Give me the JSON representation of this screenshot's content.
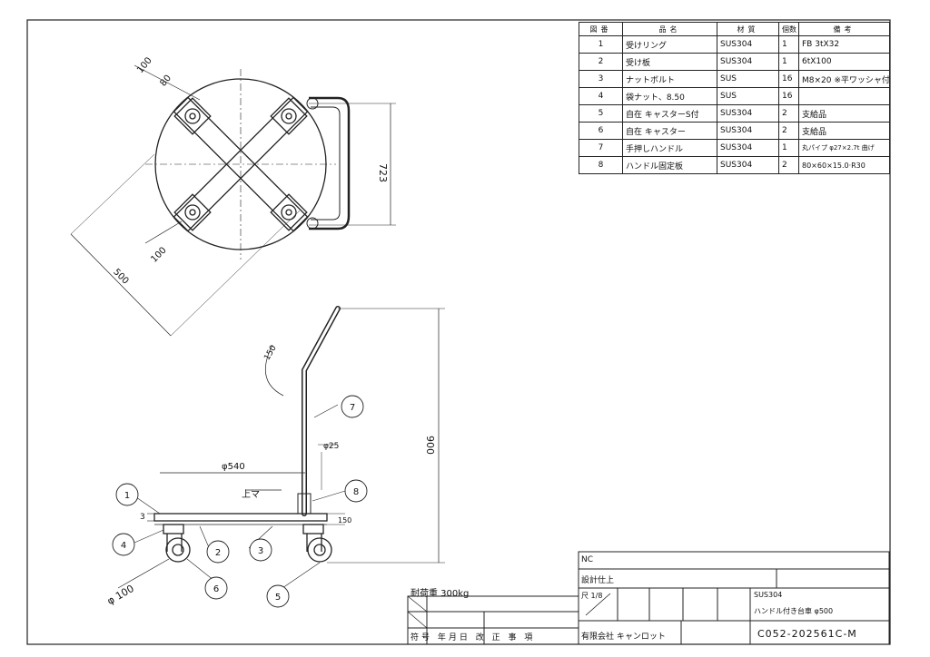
{
  "parts_table": {
    "headers": [
      "図番",
      "品名",
      "材質",
      "個数",
      "備考"
    ],
    "rows": [
      {
        "no": "1",
        "name": "受けリング",
        "material": "SUS304",
        "qty": "1",
        "note": "FB 3tX32"
      },
      {
        "no": "2",
        "name": "受け板",
        "material": "SUS304",
        "qty": "1",
        "note": "6tX100"
      },
      {
        "no": "3",
        "name": "ナットボルト",
        "material": "SUS",
        "qty": "16",
        "note": "M8×20 ※平ワッシャ付"
      },
      {
        "no": "4",
        "name": "袋ナット、8.50",
        "material": "SUS",
        "qty": "16",
        "note": ""
      },
      {
        "no": "5",
        "name": "自在 キャスターS付",
        "material": "SUS304",
        "qty": "2",
        "note": "支給品"
      },
      {
        "no": "6",
        "name": "自在 キャスター",
        "material": "SUS304",
        "qty": "2",
        "note": "支給品"
      },
      {
        "no": "7",
        "name": "手押しハンドル",
        "material": "SUS304",
        "qty": "1",
        "note": "丸パイプ φ27×2.7t 曲げ"
      },
      {
        "no": "8",
        "name": "ハンドル固定板",
        "material": "SUS304",
        "qty": "2",
        "note": "80×60×15.0·R30"
      }
    ]
  },
  "dimensions": {
    "top_view": {
      "d100": "100",
      "d80": "80",
      "d723": "723",
      "d500": "500",
      "d100b": "100"
    },
    "side_view": {
      "dia_plate": "φ540",
      "height": "900",
      "angle": "150",
      "pipe": "φ25",
      "offset": "3",
      "caster_dia": "φ 100",
      "lift": "150",
      "up_label": "上マ"
    },
    "callouts": [
      "1",
      "2",
      "3",
      "4",
      "5",
      "6",
      "7",
      "8"
    ]
  },
  "title_block": {
    "load": "耐荷重 300kg",
    "nc": "NC",
    "finish": "設計仕上",
    "scale": "尺 1/8",
    "drawing_title": "ハンドル付き台車 φ500",
    "material": "SUS304",
    "company": "有限会社 キャンロット",
    "drawing_no": "C052-202561C-M",
    "revision_headers": "符号 年月日 改 正 事 項"
  }
}
